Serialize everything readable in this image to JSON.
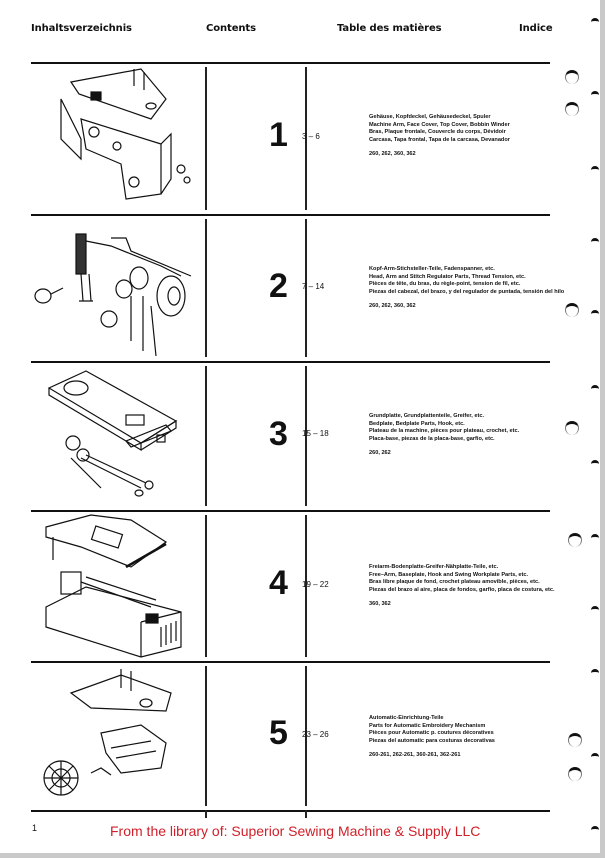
{
  "header": {
    "german": "Inhaltsverzeichnis",
    "english": "Contents",
    "french": "Table des matières",
    "italian": "Indice"
  },
  "sections": [
    {
      "number": "1",
      "pages": "3 – 6",
      "illustration": "machine-arm-housing-illustration",
      "lines": [
        "Gehäuse, Kopfdeckel, Gehäusedeckel, Spuler",
        "Machine Arm, Face Cover, Top Cover, Bobbin Winder",
        "Bras, Plaque frontale, Couvercle du corps, Dévidoir",
        "Carcasa, Tapa frontal, Tapa de la carcasa, Devanador"
      ],
      "models": "260, 262, 360, 362"
    },
    {
      "number": "2",
      "pages": "7 – 14",
      "illustration": "head-arm-stitch-regulator-illustration",
      "lines": [
        "Kopf-Arm-Stichsteller-Teile, Fadenspanner, etc.",
        "Head, Arm and Stitch Regulator Parts, Thread Tension, etc.",
        "Pièces de tête, du bras, du règle-point, tension de fil, etc.",
        "Piezas del cabezal, del brazo, y del regulador de puntada, tensión del hilo"
      ],
      "models": "260, 262, 360, 362"
    },
    {
      "number": "3",
      "pages": "15 – 18",
      "illustration": "bedplate-hook-illustration",
      "lines": [
        "Grundplatte, Grundplattenteile, Greifer, etc.",
        "Bedplate, Bedplate Parts, Hook, etc.",
        "Plateau de la machine, pièces pour plateau, crochet, etc.",
        "Placa-base, piezas de la placa-base, garfio, etc."
      ],
      "models": "260, 262"
    },
    {
      "number": "4",
      "pages": "19 – 22",
      "illustration": "free-arm-baseplate-illustration",
      "lines": [
        "Freiarm-Bodenplatte-Greifer-Nähplatte-Teile, etc.",
        "Free–Arm, Baseplate, Hook and Swing Workplate Parts, etc.",
        "Bras libre plaque de fond, crochet plateau amovible, pièces, etc.",
        "Piezas del brazo al aire, placa de fondos, garfio, placa de costura, etc."
      ],
      "models": "360, 362"
    },
    {
      "number": "5",
      "pages": "23 – 26",
      "illustration": "automatic-embroidery-mechanism-illustration",
      "lines": [
        "Automatic-Einrichtung-Teile",
        "Parts for Automatic Embroidery Mechanism",
        "Pièces pour Automatic p. coutures décoratives",
        "Piezas del automatic para costuras decorativas"
      ],
      "models": "260-261, 262-261, 360-261, 362-261"
    }
  ],
  "footer": {
    "page_number": "1",
    "library_notice": "From the library of: Superior Sewing Machine & Supply LLC",
    "library_color": "#d0202a"
  }
}
